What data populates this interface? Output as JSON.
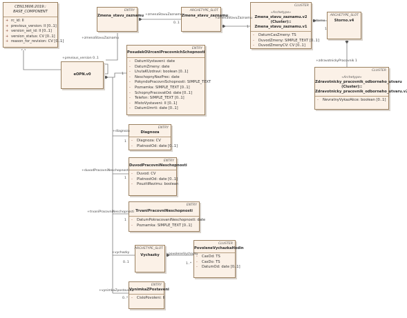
{
  "classes": {
    "base": {
      "title": "CEN13606:2019::",
      "subtitle": "BASE_COMPONENT",
      "attrs": [
        "rc_id: II",
        "previous_version: II [0..1]",
        "version_set_id: II [0..1]",
        "version_status: CV [0..1]",
        "reason_for_revision: CV [0..1]"
      ]
    },
    "zmena": {
      "stereo": "ENTRY",
      "name": "Zmena_stavu_zaznamu"
    },
    "zmenaSlot": {
      "stereo": "ARCHETYPE_SLOT",
      "name": "Zmena_stavu_zaznamu"
    },
    "cluster1": {
      "stereo": "CLUSTER",
      "subtitle": "«Archetype»",
      "name": "Zmena_stavu_zaznamu.v2 (Cluster)::",
      "name2": "Zmena_stavu_zaznamu.v1",
      "attrs": [
        "DatumCasZmeny: TS",
        "DuvodZmeny: SIMPLE_TEXT [0..1]",
        "DuvodZmenyCV: CV [0..1]"
      ]
    },
    "stornoSlot": {
      "stereo": "ARCHETYPE_SLOT",
      "name": "Storno.v4"
    },
    "cluster2": {
      "stereo": "CLUSTER",
      "subtitle": "«Archetype»",
      "name": "Zdravotnicky_pracovnik_odborneho_utvaru",
      "name2": "(Cluster)::",
      "name3": "Zdravotnicky_pracovnik_odborneho_utvaru.v2",
      "attrs": [
        "NevratnyVykazAkce: boolean [0..1]"
      ]
    },
    "eopn": {
      "comp": "COMPOSITION",
      "name": "eOPN.v0"
    },
    "posudek": {
      "stereo": "ENTRY",
      "name": "PosudekOUrceniPracovnichSchopnosti",
      "attrs": [
        "DatumVystaveni: date",
        "DatumZmeny: date",
        "LhutaKUzdravi: boolean [0..1]",
        "NeschopnyNezPrec: date",
        "PokyndoPracovniSchopnosti: SIMPLE_TEXT",
        "Poznamka: SIMPLE_TEXT [0..1]",
        "SchopnyPracovatOd: date [0..1]",
        "Telefon: SIMPLE_TEXT [0..1]",
        "MistoVystaveni: II [0..1]",
        "DatumUmrti: date [0..1]"
      ]
    },
    "diagnoza": {
      "stereo": "ENTRY",
      "name": "Diagnoza",
      "attrs": [
        "Diagnoza: CV",
        "PlatnostOd: date [0..1]"
      ]
    },
    "duvod": {
      "stereo": "ENTRY",
      "name": "DuvodPracovniNeschopnosti",
      "attrs": [
        "Duvod: CV",
        "PlatnostOd: date [0..1]",
        "PouzitiRezimu: boolean"
      ]
    },
    "trvani": {
      "stereo": "ENTRY",
      "name": "TrvaniPracovniNeschopnosti",
      "attrs": [
        "DatumPokracovaniNeschopnosti: date",
        "Poznamka: SIMPLE_TEXT [0..1]"
      ]
    },
    "vychazkySlot": {
      "stereo": "ARCHETYPE_SLOT",
      "name": "Vychazky"
    },
    "povolene": {
      "stereo": "CLUSTER",
      "name": "PovoleneVychazkaHodin",
      "attrs": [
        "CasOd: TS",
        "CasDo: TS",
        "DatumOd: date [0..1]"
      ]
    },
    "vynimka": {
      "stereo": "ENTRY",
      "name": "VynimkaZPostaveni",
      "attrs": [
        "CisloPovoleni: II"
      ]
    }
  },
  "labels": {
    "previous_version": "+previous_version 0..1",
    "zaznam1": "+zmenaStavuZaznamu",
    "zaznam2": "+zmenaStavuZaznamu",
    "mult_01_a": "0..1",
    "mult_1_a": "1",
    "storno": "+storno",
    "mult_1_b": "1",
    "zmena_left": "+zmenaStavuZaznamu",
    "zdr_pracovnik": "+zdravotnickyPracovnik 1",
    "mult_1_posudek": "1",
    "diagnoza": "+diagnoza",
    "mult_1_diag": "1",
    "duvod": "+duvodPracovniNeschopnosti",
    "mult_1_duvod": "1",
    "trvani": "+trvaniPracovniNeschopnosti",
    "mult_1_trvani": "1",
    "vychazky": "+vychazky",
    "mult_01_vych": "0..1",
    "povolene": "+povoleneVychazky",
    "mult_1n": "1..*",
    "vynimka": "+vynimkaZpostaveni",
    "mult_0n": "0..*"
  }
}
